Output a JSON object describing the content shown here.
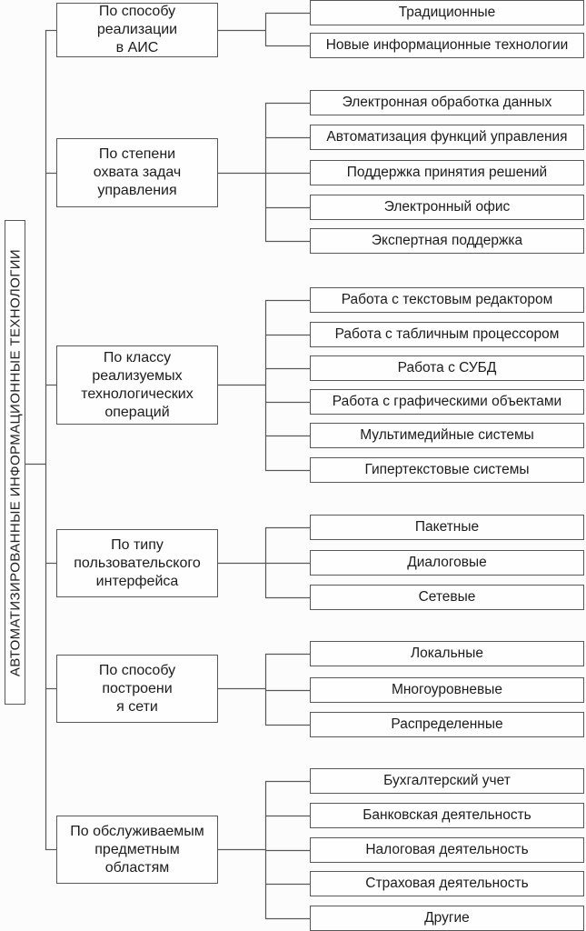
{
  "diagram_title": "АВТОМАТИЗИРОВАННЫЕ ИНФОРМАЦИОННЫЕ ТЕХНОЛОГИИ",
  "root": {
    "label": "АВТОМАТИЗИРОВАННЫЕ ИНФОРМАЦИОННЫЕ ТЕХНОЛОГИИ"
  },
  "groups": [
    {
      "category": "По способу\nреализации\nв АИС",
      "leaves": [
        "Традиционные",
        "Новые информационные технологии"
      ]
    },
    {
      "category": "По степени\nохвата задач\nуправления",
      "leaves": [
        "Электронная обработка данных",
        "Автоматизация функций управления",
        "Поддержка принятия решений",
        "Электронный офис",
        "Экспертная поддержка"
      ]
    },
    {
      "category": "По классу\nреализуемых\nтехнологических\nопераций",
      "leaves": [
        "Работа с текстовым редактором",
        "Работа с табличным процессором",
        "Работа с СУБД",
        "Работа с графическими объектами",
        "Мультимедийные системы",
        "Гипертекстовые системы"
      ]
    },
    {
      "category": "По типу\nпользовательского\nинтерфейса",
      "leaves": [
        "Пакетные",
        "Диалоговые",
        "Сетевые"
      ]
    },
    {
      "category": "По способу\nпостроени\nя сети",
      "leaves": [
        "Локальные",
        "Многоуровневые",
        "Распределенные"
      ]
    },
    {
      "category": "По обслуживаемым\nпредметным\nобластям",
      "leaves": [
        "Бухгалтерский учет",
        "Банковская деятельность",
        "Налоговая деятельность",
        "Страховая деятельность",
        "Другие"
      ]
    }
  ],
  "colors": {
    "line": "#585858",
    "box_border": "#585858",
    "box_background": "#fefefe",
    "text": "#1c1c1c",
    "background": "#fcfcfc"
  }
}
